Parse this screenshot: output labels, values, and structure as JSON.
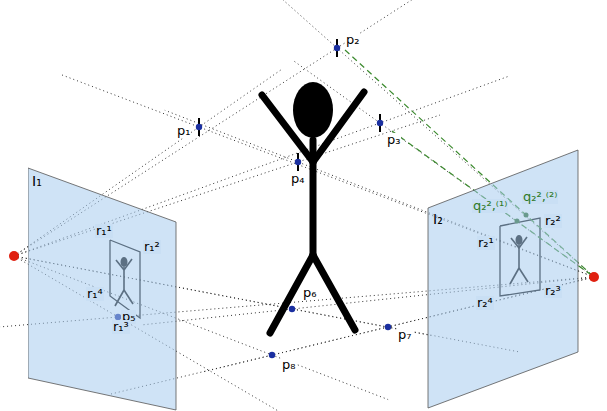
{
  "diagram": {
    "nodes": [
      {
        "text": [
          "I₁"
        ]
      },
      {
        "text": [
          "I₂"
        ]
      }
    ],
    "labels": [
      "p₁",
      "p₂",
      "p₃",
      "p₄",
      "p₅",
      "p₆",
      "p₇",
      "p₈",
      "r₁¹",
      "r₁²",
      "r₁³",
      "r₁⁴",
      "r₂¹",
      "r₂²",
      "r₂³",
      "r₂⁴",
      "q₂²,⁽¹⁾",
      "q₂²,⁽²⁾"
    ]
  }
}
